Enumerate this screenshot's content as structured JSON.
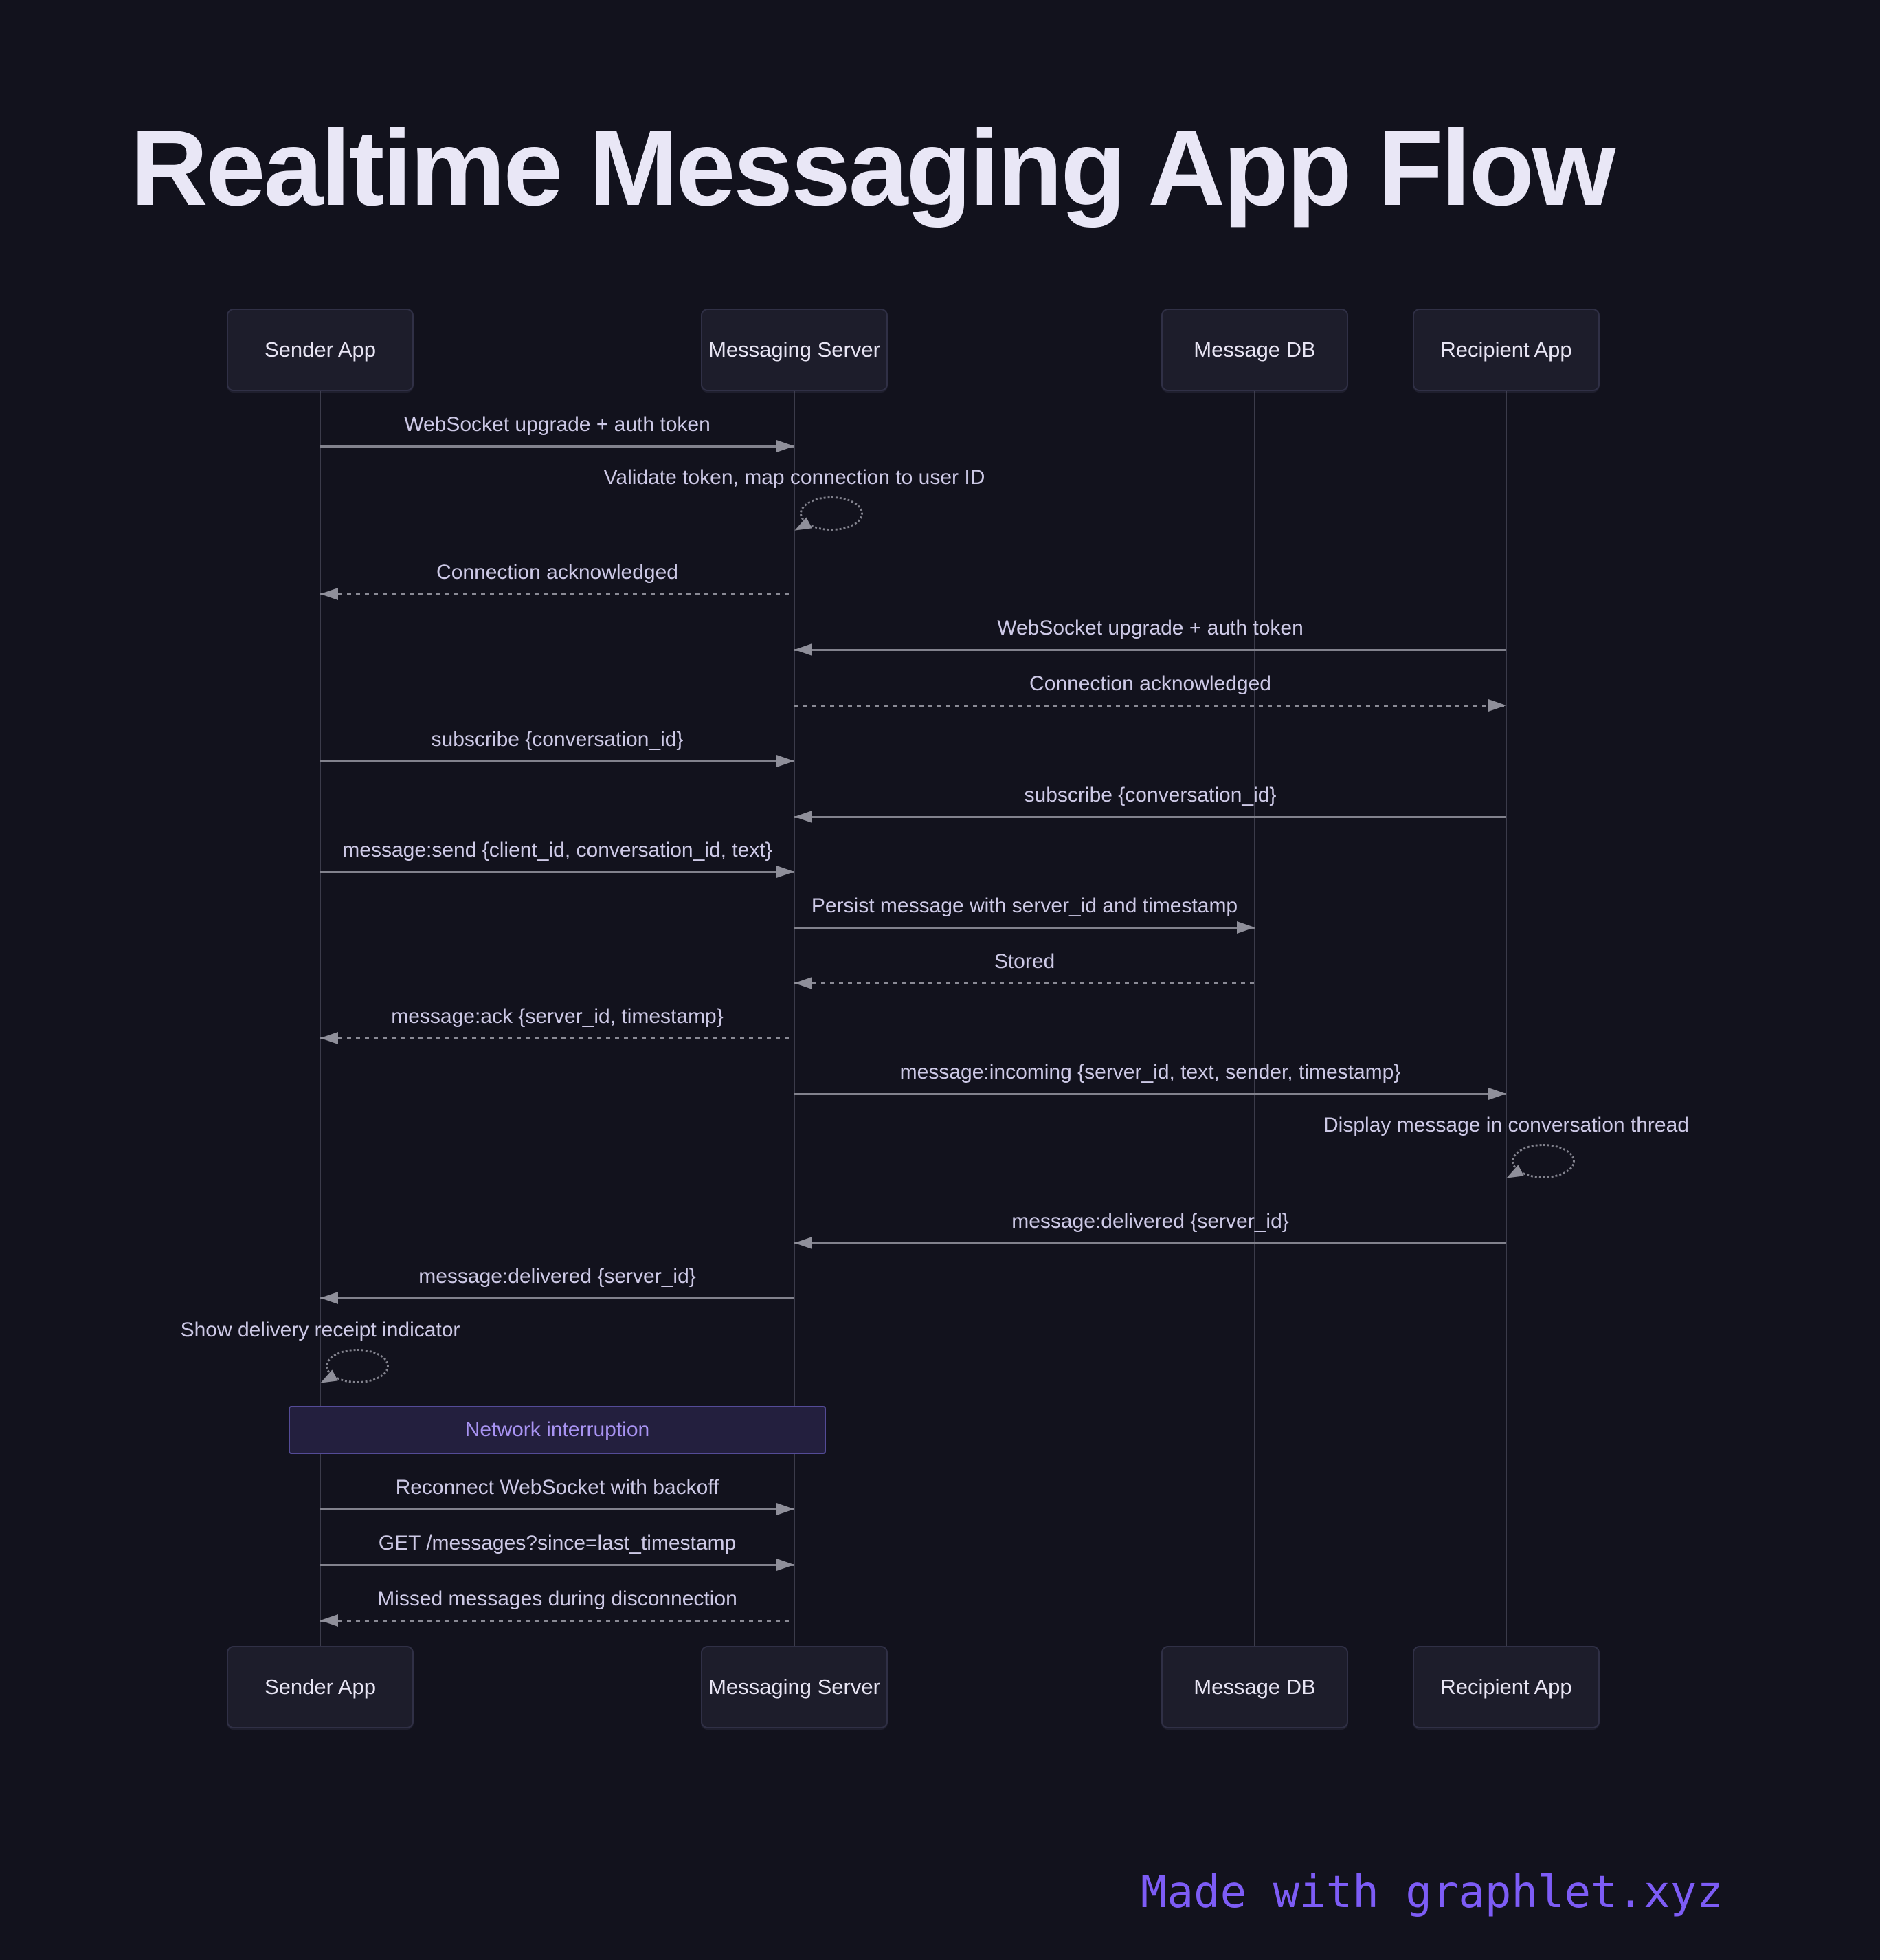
{
  "title": "Realtime Messaging App Flow",
  "participants": [
    {
      "label": "Sender App"
    },
    {
      "label": "Messaging Server"
    },
    {
      "label": "Message DB"
    },
    {
      "label": "Recipient App"
    }
  ],
  "messages": [
    {
      "from": "Sender App",
      "to": "Messaging Server",
      "label": "WebSocket upgrade + auth token",
      "line": "solid"
    },
    {
      "self": "Messaging Server",
      "label": "Validate token, map connection to user ID",
      "line": "dashed-loop"
    },
    {
      "from": "Messaging Server",
      "to": "Sender App",
      "label": "Connection acknowledged",
      "line": "dashed"
    },
    {
      "from": "Recipient App",
      "to": "Messaging Server",
      "label": "WebSocket upgrade + auth token",
      "line": "solid"
    },
    {
      "from": "Messaging Server",
      "to": "Recipient App",
      "label": "Connection acknowledged",
      "line": "dashed"
    },
    {
      "from": "Sender App",
      "to": "Messaging Server",
      "label": "subscribe {conversation_id}",
      "line": "solid"
    },
    {
      "from": "Recipient App",
      "to": "Messaging Server",
      "label": "subscribe {conversation_id}",
      "line": "solid"
    },
    {
      "from": "Sender App",
      "to": "Messaging Server",
      "label": "message:send {client_id, conversation_id, text}",
      "line": "solid"
    },
    {
      "from": "Messaging Server",
      "to": "Message DB",
      "label": "Persist message with server_id and timestamp",
      "line": "solid"
    },
    {
      "from": "Message DB",
      "to": "Messaging Server",
      "label": "Stored",
      "line": "dashed"
    },
    {
      "from": "Messaging Server",
      "to": "Sender App",
      "label": "message:ack {server_id, timestamp}",
      "line": "dashed"
    },
    {
      "from": "Messaging Server",
      "to": "Recipient App",
      "label": "message:incoming {server_id, text, sender, timestamp}",
      "line": "solid"
    },
    {
      "self": "Recipient App",
      "label": "Display message in conversation thread",
      "line": "dashed-loop"
    },
    {
      "from": "Recipient App",
      "to": "Messaging Server",
      "label": "message:delivered {server_id}",
      "line": "solid"
    },
    {
      "from": "Messaging Server",
      "to": "Sender App",
      "label": "message:delivered {server_id}",
      "line": "solid"
    },
    {
      "self": "Sender App",
      "label": "Show delivery receipt indicator",
      "line": "dashed-loop"
    },
    {
      "note_over": "Sender App, Messaging Server",
      "label": "Network interruption"
    },
    {
      "from": "Sender App",
      "to": "Messaging Server",
      "label": "Reconnect WebSocket with backoff",
      "line": "solid"
    },
    {
      "from": "Sender App",
      "to": "Messaging Server",
      "label": "GET /messages?since=last_timestamp",
      "line": "solid"
    },
    {
      "from": "Messaging Server",
      "to": "Sender App",
      "label": "Missed messages during disconnection",
      "line": "dashed"
    }
  ],
  "footer": {
    "label": "Made with graphlet.xyz"
  },
  "colors": {
    "background": "#12121d",
    "title_text": "#e9e7f6",
    "participant_fill": "#1d1d2b",
    "participant_border": "#303046",
    "label_text": "#cdc9e6",
    "arrow": "#8f8f9a",
    "lifeline": "#3b3b4a",
    "note_fill": "#231f3e",
    "note_border": "#544b97",
    "note_text": "#a893f2",
    "credit_text": "#7d5cf6"
  }
}
